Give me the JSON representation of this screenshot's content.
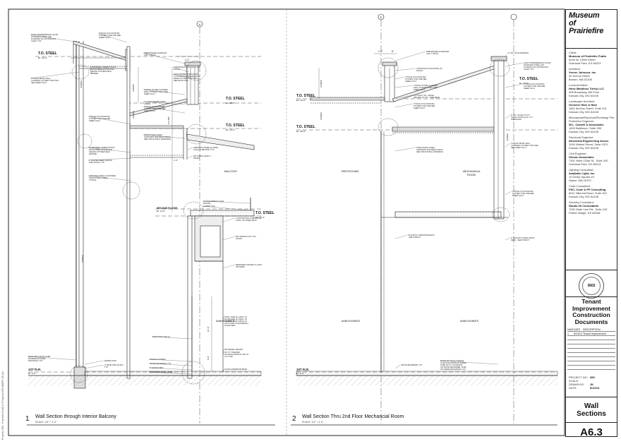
{
  "titleblock": {
    "logo": [
      "Museum",
      "of",
      "Prairiefire"
    ],
    "contacts": [
      {
        "role": "Client:",
        "firm": "Museum of Prairiefire Fndtn",
        "lines": [
          "6240 W. 135th Street",
          "Overland Park, KS 66223"
        ]
      },
      {
        "role": "Architect:",
        "firm": "Verner Johnson, Inc.",
        "lines": [
          "40 School Street",
          "Boston, MA 02108"
        ]
      },
      {
        "role": "Local Architect:",
        "firm": "Hoss Mastinos Turley LLC",
        "lines": [
          "908 Broadway, 8th Floor",
          "Kansas City, MO 64105"
        ]
      },
      {
        "role": "Landscape Architect:",
        "firm": "Ochsner Hare & Hare",
        "lines": [
          "1801 McGee Street, Suite 101",
          "Kansas City, MO 64108"
        ]
      },
      {
        "role": "Mechanical/Electrical/Plumbing/ Fire Protection Engineer:",
        "firm": "W.L. Cassell & Associates",
        "lines": [
          "1600 Baltimore, Suite 300",
          "Kansas City, MO 64108"
        ]
      },
      {
        "role": "Structural Engineer:",
        "firm": "Structural Engineering Assoc.",
        "lines": [
          "1000 Walnut Street, Suite 1570",
          "Kansas City, MO 64106"
        ]
      },
      {
        "role": "Civil Engineer:",
        "firm": "Olsson Associates",
        "lines": [
          "7301 West 133rd St., Suite 200",
          "Overland Park, KS 66213"
        ]
      },
      {
        "role": "Lighting Consultant:",
        "firm": "Available Light, Inc.",
        "lines": [
          "10 Derby Square #3",
          "Salem, MA 01970"
        ]
      },
      {
        "role": "Code Consultant:",
        "firm": "FSC, Code & FP Consulting",
        "lines": [
          "8011 Hillcrest Road, Suite 100",
          "Kansas City, MO 64138"
        ]
      },
      {
        "role": "Security Consultant:",
        "firm": "Studio 06 Consultants",
        "lines": [
          "7930 State Line Rd., Suite 215",
          "Prairie Village, KS 66208"
        ]
      }
    ],
    "seal_number": "3602",
    "document_title": [
      "Tenant",
      "Improvement",
      "Construction",
      "Documents"
    ],
    "revisions": {
      "headers": [
        "NUM",
        "DATE",
        "DESCRIPTION"
      ],
      "rows": [
        [
          "1",
          "5/13/13",
          "Tenant Improvement"
        ]
      ]
    },
    "meta": [
      {
        "key": "PROJECT NO.:",
        "value": "359"
      },
      {
        "key": "SCALE:",
        "value": ""
      },
      {
        "key": "DRAWN BY:",
        "value": "JK"
      },
      {
        "key": "DATE:",
        "value": "5/13/13"
      }
    ],
    "sheet_name": [
      "Wall",
      "Sections"
    ],
    "sheet_number": "A6.3",
    "file_path": "Projects 359 - Prairiefire\\CAD-In Progress\\359 MOPF CD.pln"
  },
  "drawings": [
    {
      "number": "1",
      "title": "Wall Section through Interior Balcony",
      "scale": "SCALE: 1/4\" = 1'-0\""
    },
    {
      "number": "2",
      "title": "Wall Section Thru 2nd Floor Mechancial Room",
      "scale": "SCALE: 1/4\" = 1'-0\""
    }
  ],
  "grid_labels": {
    "s1": "A",
    "s2": "E"
  },
  "levels": {
    "s1": [
      {
        "name": "T.O. STEEL",
        "elev": "EL. 33'-0\""
      },
      {
        "name": "T.O. STEEL",
        "elev": "EL. 28'-0\""
      },
      {
        "name": "T.O. STEEL",
        "elev": "EL. 24'-0\""
      },
      {
        "name": "SECOND FLOOR",
        "elev": "EL. 14'-0\""
      },
      {
        "name": "T.O. STEEL",
        "elev": "EL. 14'-0\""
      },
      {
        "name": "1ST FLR.",
        "elev": "EL. 0'-0\""
      }
    ],
    "s2": [
      {
        "name": "T.O. STEEL",
        "elev": "EL. 33'-0\""
      },
      {
        "name": "T.O. STEEL",
        "elev": "EL. 28'-0\""
      },
      {
        "name": "T.O. STEEL",
        "elev": "EL. 24'-0\""
      },
      {
        "name": "1ST FLR.",
        "elev": "EL. 0'-0\""
      }
    ]
  },
  "rooms": {
    "balcony": "BALCONY",
    "restrooms": "RESTROOMS",
    "mechanical": [
      "MECHANICAL",
      "ROOM"
    ],
    "annh1": "ANNH EXHIBITS",
    "annh2": "ANNH EXHIBITS"
  },
  "notes_s1": [
    "LIGHT INTERFERENCE COLOR STAINLESS STEEL CAP FLASHING W/ CONTINUOUS CLEAT, TYP.",
    "TYPICAL PVC ROOFING SYSTEM, TYPE ONE SEE SHEET A13.2",
    "TYPICAL METAL WALL CLADDING SYSTEM TYPE TWO SEE SHEET A13.2",
    "SUSPENDED CEMENTITIOUS WOOD FIBER ACOUSTICAL CEILING SYSTEM FIELD PAINTED",
    "PREFINISHED ALUMINUM CAP, TYPICAL",
    "CONTINUE PVC ROOFING UP FASCIA",
    "ADD TAPERED INSULATION TO SLOPE ROOFING BACK TO DRAIN 1/4\" PER FOOT MIN. SEE ROOF PLAN",
    "TYPICAL STONE CLADDING WALL SYSTEM TYPE 1 SEE SHEET A13.1",
    "7 x 4 GALVANIZED STEEL ANGLE",
    "TYPICAL PVC ROOFING SYSTEM TYPE ONE SEE SHEET A13.2",
    "TYPICAL PVC ROOFING SYSTEM TYPE ONE SEE SHEET A13.2",
    "STRUCTURAL STEEL SUPPORTS FOR METAL DECK. SEE STRUCTURAL DRAWINGS",
    "SUSPENDED CEMENTITIOUS WOOD FIBER ACOUSTICAL CEILING SYSTEM FIELD PAINTED",
    "1\" GAP BETWEEN CEILING AND FASCIA, TYP.",
    "GWB ENCLOSURE @ STEEL COLUMN BEYOND, TYP.",
    "5/8\" GWB & LEVEL 5 FINISH",
    "ARCHITECTURALLY EXPOSED STRUCTURAL STEEL, TYPICAL",
    "CANTILEVERED GLASS RAILING",
    "CARPET TILE",
    "3\" ACOUSTICAL COMPOSITE CONC. ON STEEL DECK",
    "5/8\" GWB ON 6-1/2\" STL. STUDS",
    "RECESSED SIGNARY & LIGHT FIXTURES",
    "NOTE: TAPE ALL WALL TO FLOOR AND ALL WALL TO CEILING JOINTS WITH 10 FOOT TAPE TO ESTABLISH AN AIR SEAL",
    "PARTITION TYPE A3",
    "5/8\" REVEAL REGLET",
    "3/4\" P.T. TREATED PLYWOOD FROM 8\" AFF TO 14'-0\" AFF",
    "STONE FLOORING",
    "VAPOR RETARDER, TYP.",
    "6\" GRAVEL BED",
    "ALUMINUM REVEAL BASE",
    "SOLID HARDWOOD BASE",
    "RIGID INSULATION OVER BITUMINOUS DAMP PROOFING, TYP.",
    "WATER STOP",
    "2\" RIGID INSULATION, TYP."
  ],
  "notes_s2": [
    "PREFINISHED ALUMINUM CAP, TYPICAL",
    "CONTINUE PVC ROOFING UP FASCIA",
    "TYPICAL PVC ROOFING SYSTEM TYPE ONE SEE SHEET A13.2",
    "TYPICAL STONE CLADDING WALL SYSTEM TYPE 1 SEE SHEET A13.1",
    "7 x 4 GALV. STL. ANGLE WELDED TO STL. TUBE BEAM",
    "TYPICAL PVC ROOFING SYSTEM TYPE ONE SEE SHEET A13.2",
    "STRUCTURAL STEEL SUPPORTS FOR METAL DECK. SEE STRUCTURAL DRAWINGS",
    "ACOUSTIC COMPOSITE DECK - SEE STRUCT.",
    "VAPOR RETARDER, TYP.",
    "6\" STL. STUD FRAMING",
    "LIGHT INTERFERENCE COLOR STAINLESS STEEL CAP FLASHING W/ CONTINUOUS CLEAT, TYP.",
    "TYPICAL PVC ROOFING SYSTEM TYPE ONE SEE SHEET A13.2",
    "6\" STL. STUDS TYP. 6\" STEEL STUDS @ 16\" O.C. SHEATHING",
    "TYPICAL METAL WALL CLADDING SYSTEM TYPE ONE SEE SHEET A13.1",
    "TYPICAL PVC ROOFING SYSTEM TYPE ONE SEE SHEET A13.2",
    "3\" ACOUSTIC STEEL ROOF DECK - SEE STRUCT.",
    "SOLID 3/4\" THICK TONGUE & GROOVE WOOD FLOORING OVER 3/4\" P.T. PLYWOOD ON VAPOR RETARDER, SLAB ON GRADE RECESSED 1 1/2\""
  ],
  "dimensions": {
    "s1": [
      "1'-2\"",
      "VARIES",
      "8'-9 5/8\"",
      "VARIES",
      "1'-6\"",
      "VARIES",
      "10'-0\"",
      "8'-0\"",
      "VARIES"
    ],
    "s2": [
      "1'-2\"",
      "8\"",
      "VARIES",
      "VARIES",
      "VARIES"
    ]
  },
  "colors": {
    "ink": "#222222",
    "ground": "#9a9a9a",
    "hatch": "#bbbbbb"
  }
}
